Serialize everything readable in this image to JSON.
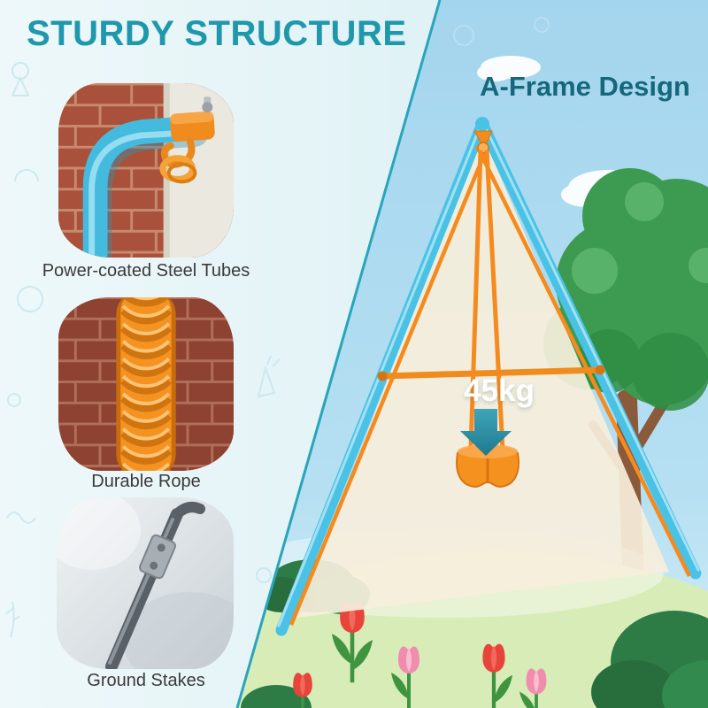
{
  "title": "STURDY STRUCTURE",
  "scene": {
    "heading": "A-Frame Design",
    "weight_label": "45kg",
    "elements": [
      "clouds",
      "tree",
      "grass-hill",
      "bushes",
      "tulip-flowers",
      "a-frame-swing-frame",
      "orange-rope-bracing",
      "crossbar",
      "swing-seat",
      "weight-down-arrow"
    ]
  },
  "features": [
    {
      "caption": "Power-coated Steel Tubes",
      "photo": "steel-tube-corner-with-hook-close-up"
    },
    {
      "caption": "Durable Rope",
      "photo": "braided-orange-rope-close-up"
    },
    {
      "caption": "Ground Stakes",
      "photo": "metal-ground-stake-close-up"
    }
  ],
  "colors": {
    "title": "#1f98ac",
    "heading": "#15687b",
    "accent_orange": "#f58a1e",
    "frame_blue": "#49c2e6",
    "sky": "#a7d8ef",
    "left_panel": "#e8f5f8",
    "caption_text": "#3a3a3a",
    "arrow": "#2e93a8",
    "weight_text": "#ffffff"
  }
}
